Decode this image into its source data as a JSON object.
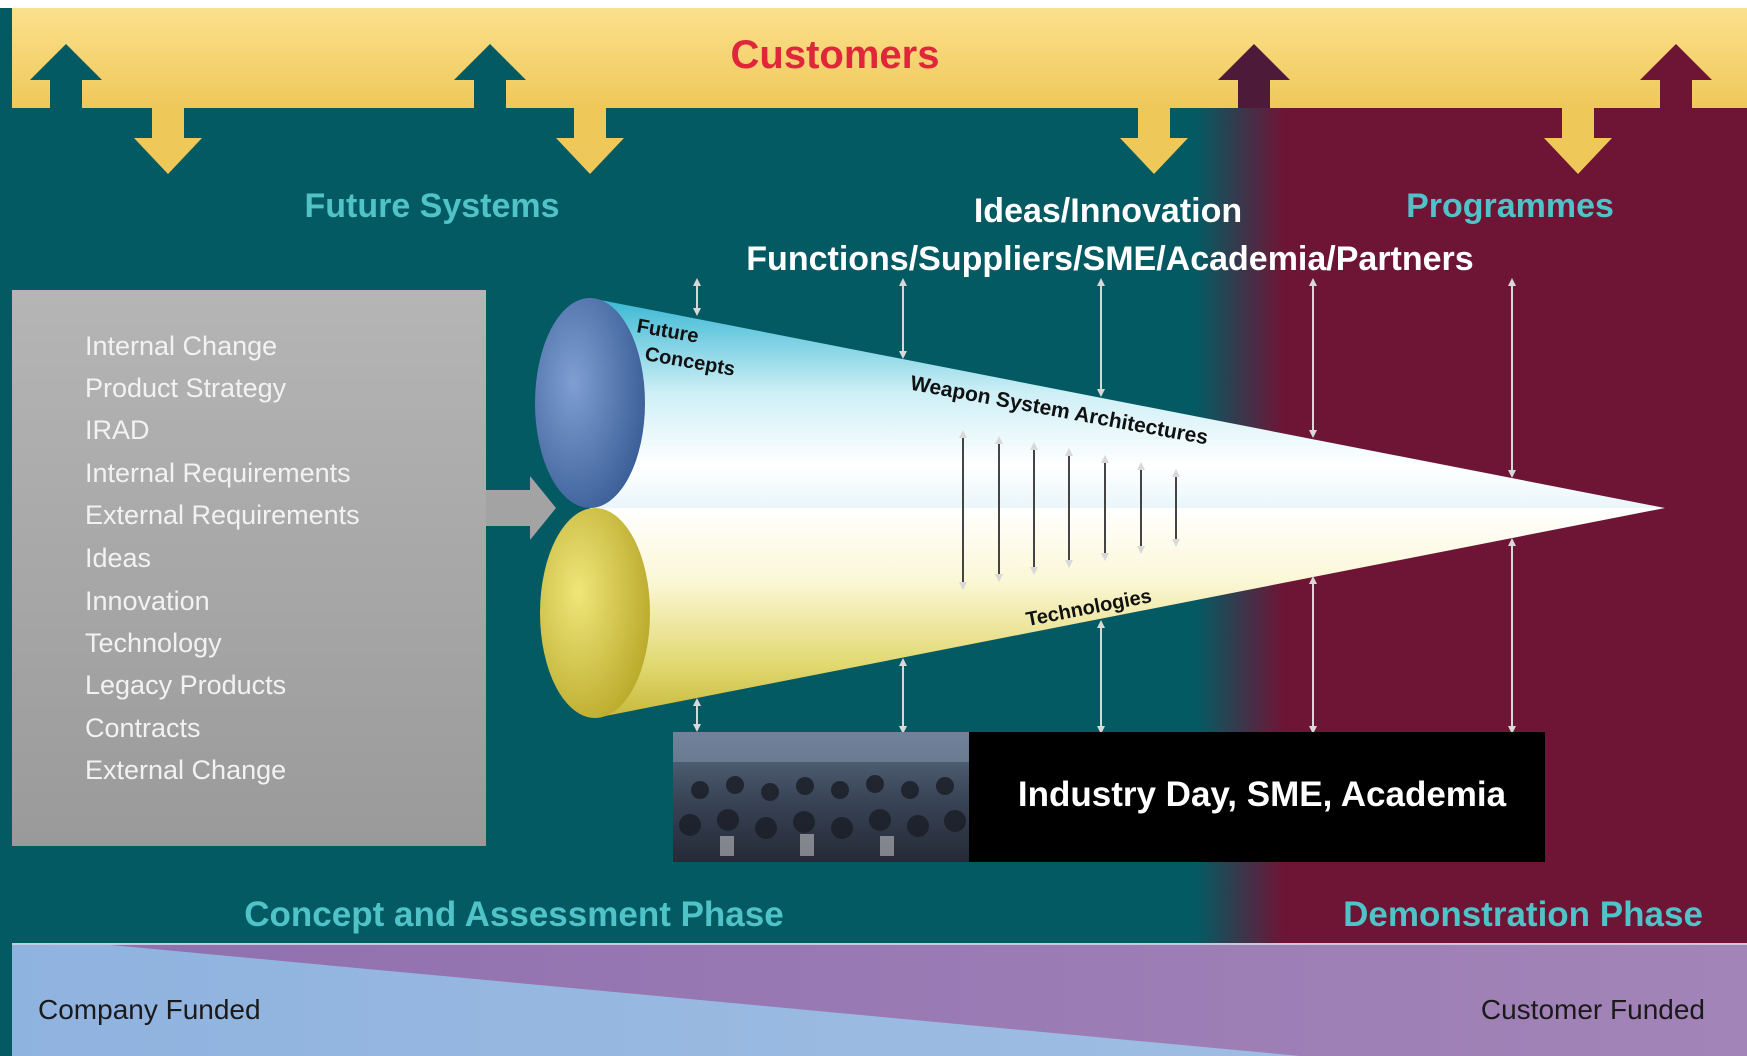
{
  "header": {
    "title": "Customers"
  },
  "labels": {
    "future_systems": "Future Systems",
    "programmes": "Programmes",
    "ideas_innovation": "Ideas/Innovation",
    "functions_line": "Functions/Suppliers/SME/Academia/Partners"
  },
  "input_box": {
    "items": [
      "Internal Change",
      "Product Strategy",
      "IRAD",
      "Internal Requirements",
      "External Requirements",
      "Ideas",
      "Innovation",
      "Technology",
      "Legacy Products",
      "Contracts",
      "External Change"
    ]
  },
  "cone": {
    "future_concepts_line1": "Future",
    "future_concepts_line2": "Concepts",
    "weapon_system_architectures": "Weapon System Architectures",
    "technologies": "Technologies"
  },
  "industry_day": {
    "label": "Industry Day, SME, Academia"
  },
  "phases": {
    "concept": "Concept and Assessment Phase",
    "demonstration": "Demonstration Phase"
  },
  "funding": {
    "company": "Company Funded",
    "customer": "Customer Funded"
  },
  "colors": {
    "banner": "#f5d36b",
    "customers_text": "#e0263a",
    "teal_bg": "#045a63",
    "maroon_bg": "#6e1535",
    "phase_text": "#4fc3c8",
    "funding_blue": "#8fb3df",
    "funding_purple": "#9a78b0",
    "grey_box": "#a9a9a9"
  }
}
